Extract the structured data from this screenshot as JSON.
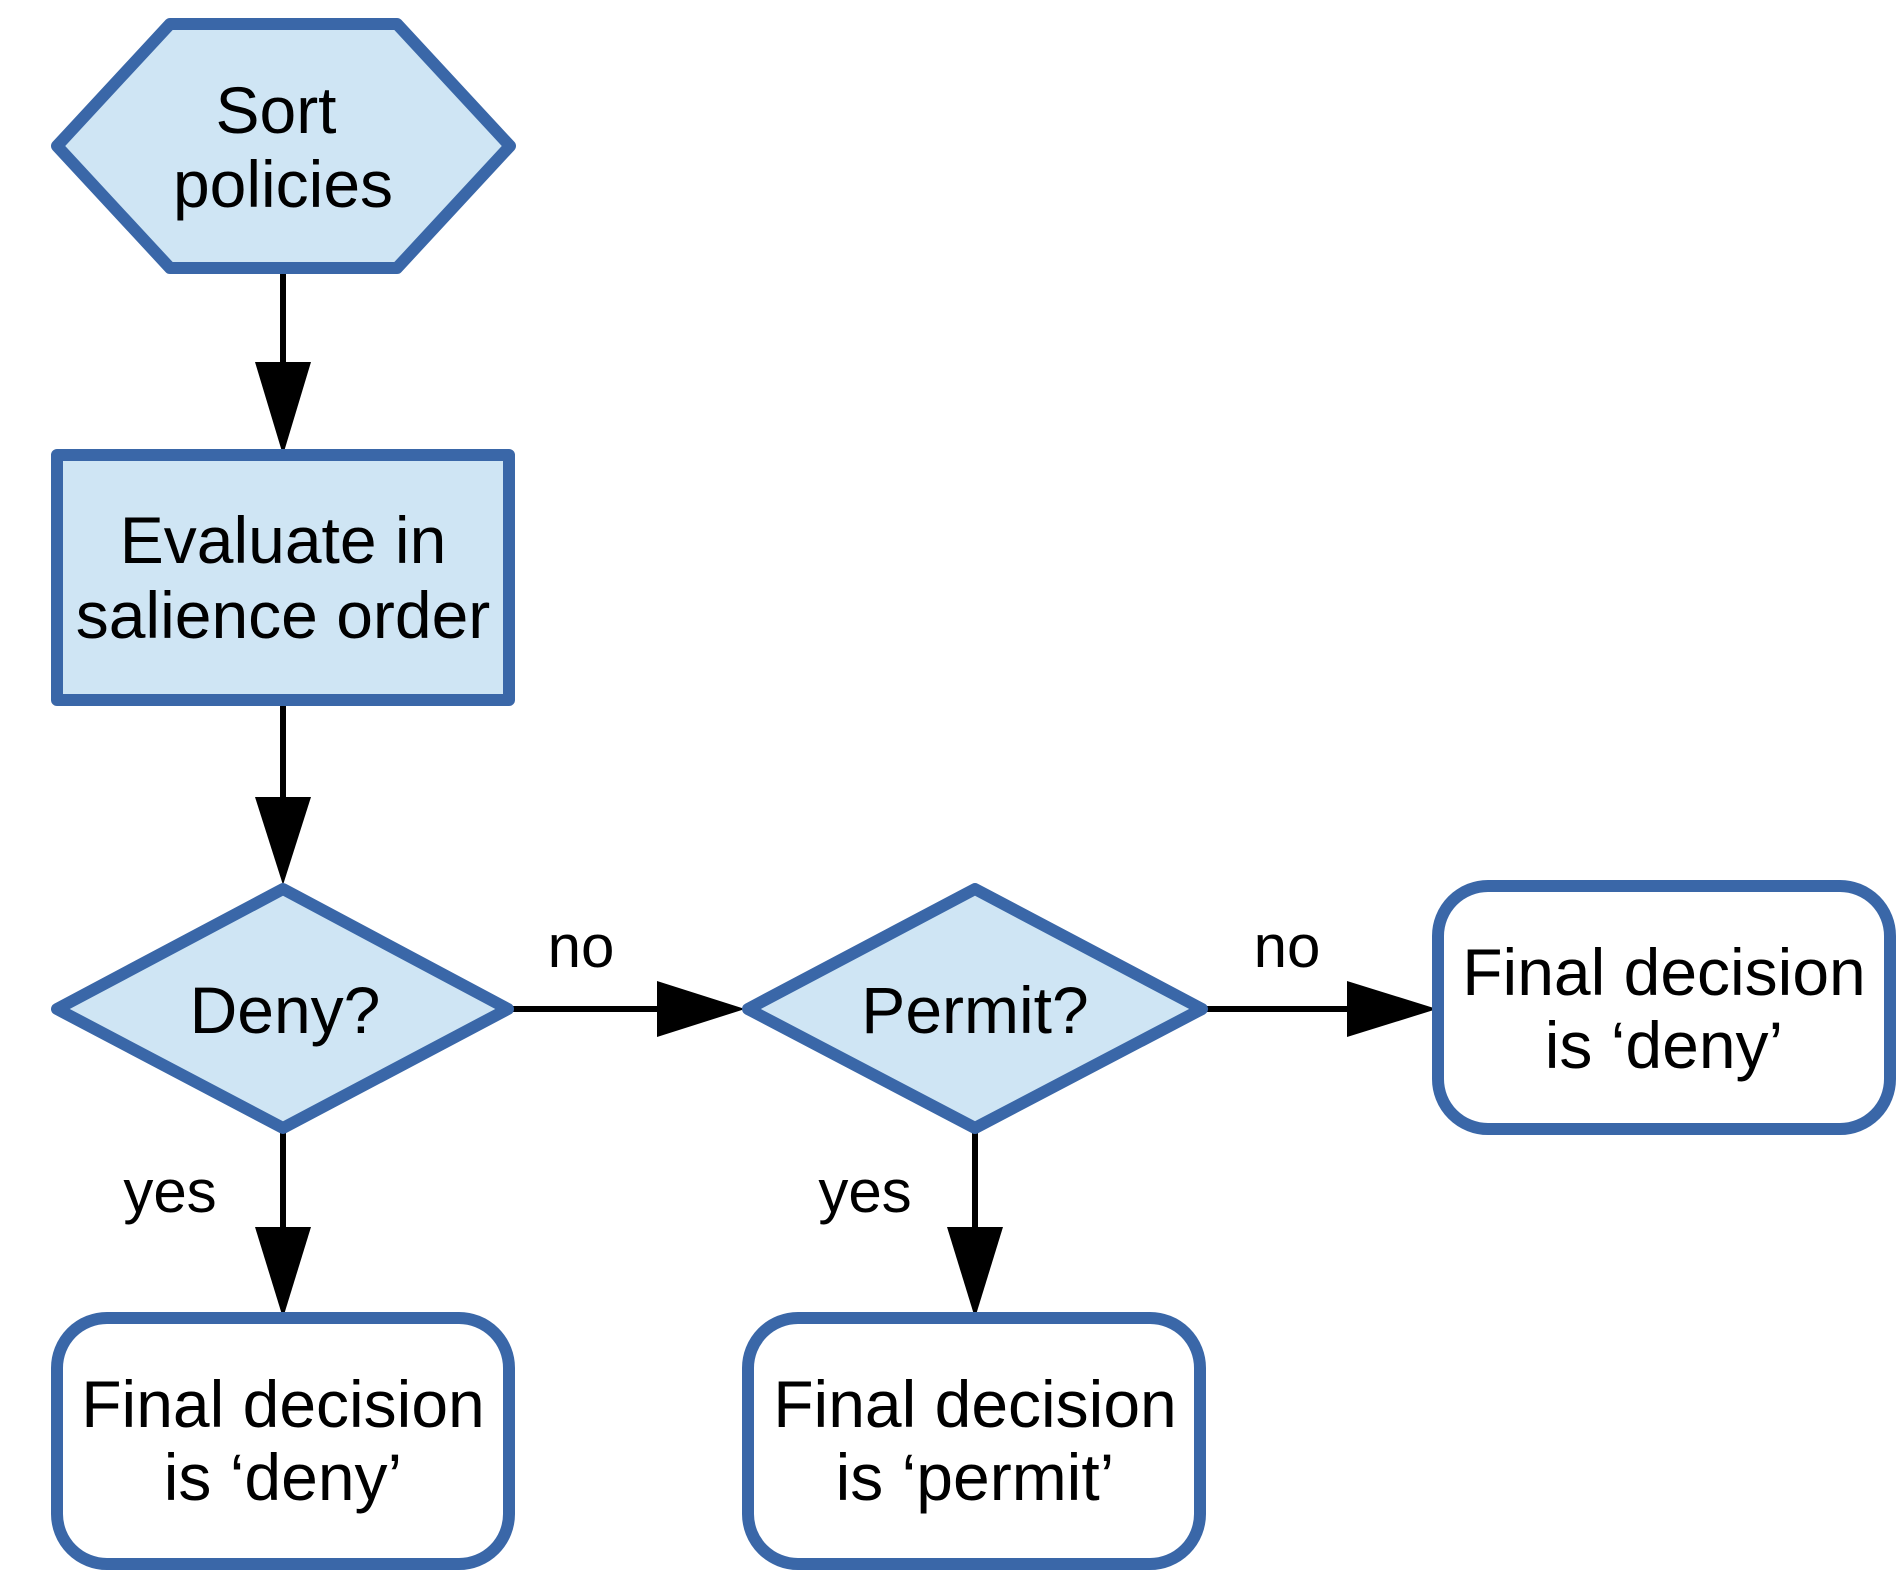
{
  "colors": {
    "node_stroke": "#3a67a8",
    "process_fill": "#cfe5f4",
    "terminal_fill": "#ffffff",
    "edge": "#000000"
  },
  "nodes": {
    "sort": {
      "shape": "hexagon",
      "lines": [
        "Sort",
        "policies"
      ]
    },
    "evaluate": {
      "shape": "rectangle",
      "lines": [
        "Evaluate in",
        "salience order"
      ]
    },
    "deny_check": {
      "shape": "diamond",
      "lines": [
        "Deny?"
      ]
    },
    "permit_check": {
      "shape": "diamond",
      "lines": [
        "Permit?"
      ]
    },
    "final_deny_right": {
      "shape": "rounded-rectangle",
      "lines": [
        "Final decision",
        "is ‘deny’"
      ]
    },
    "final_deny_bottom": {
      "shape": "rounded-rectangle",
      "lines": [
        "Final decision",
        "is ‘deny’"
      ]
    },
    "final_permit": {
      "shape": "rounded-rectangle",
      "lines": [
        "Final decision",
        "is ‘permit’"
      ]
    }
  },
  "edges": {
    "sort_to_evaluate": {
      "from": "sort",
      "to": "evaluate",
      "label": ""
    },
    "evaluate_to_deny": {
      "from": "evaluate",
      "to": "deny_check",
      "label": ""
    },
    "deny_no": {
      "from": "deny_check",
      "to": "permit_check",
      "label": "no"
    },
    "permit_no": {
      "from": "permit_check",
      "to": "final_deny_right",
      "label": "no"
    },
    "deny_yes": {
      "from": "deny_check",
      "to": "final_deny_bottom",
      "label": "yes"
    },
    "permit_yes": {
      "from": "permit_check",
      "to": "final_permit",
      "label": "yes"
    }
  }
}
